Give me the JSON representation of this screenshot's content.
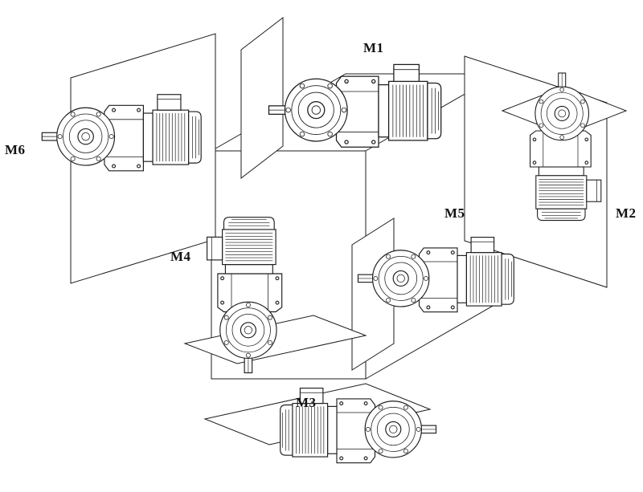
{
  "diagram": {
    "subject": "Gearmotor mounting positions M1-M6 arranged around an orientation cube",
    "background_color": "#ffffff",
    "line_color": "#1c1c1c",
    "labels": [
      {
        "id": "m1",
        "text": "M1"
      },
      {
        "id": "m2",
        "text": "M2"
      },
      {
        "id": "m3",
        "text": "M3"
      },
      {
        "id": "m4",
        "text": "M4"
      },
      {
        "id": "m5",
        "text": "M5"
      },
      {
        "id": "m6",
        "text": "M6"
      }
    ],
    "figures": [
      {
        "id": "m1",
        "description": "horizontal gearmotor, output shaft left, mounted on vertical panel, top position"
      },
      {
        "id": "m2",
        "description": "vertical gearmotor, output shaft up, right position"
      },
      {
        "id": "m3",
        "description": "horizontal gearmotor, output shaft right, on floor panel, bottom position"
      },
      {
        "id": "m4",
        "description": "vertical gearmotor, output shaft down through floor panel, front-left position"
      },
      {
        "id": "m5",
        "description": "horizontal gearmotor, output shaft left, front-right position"
      },
      {
        "id": "m6",
        "description": "horizontal gearmotor, output shaft left, far-left position"
      }
    ]
  }
}
